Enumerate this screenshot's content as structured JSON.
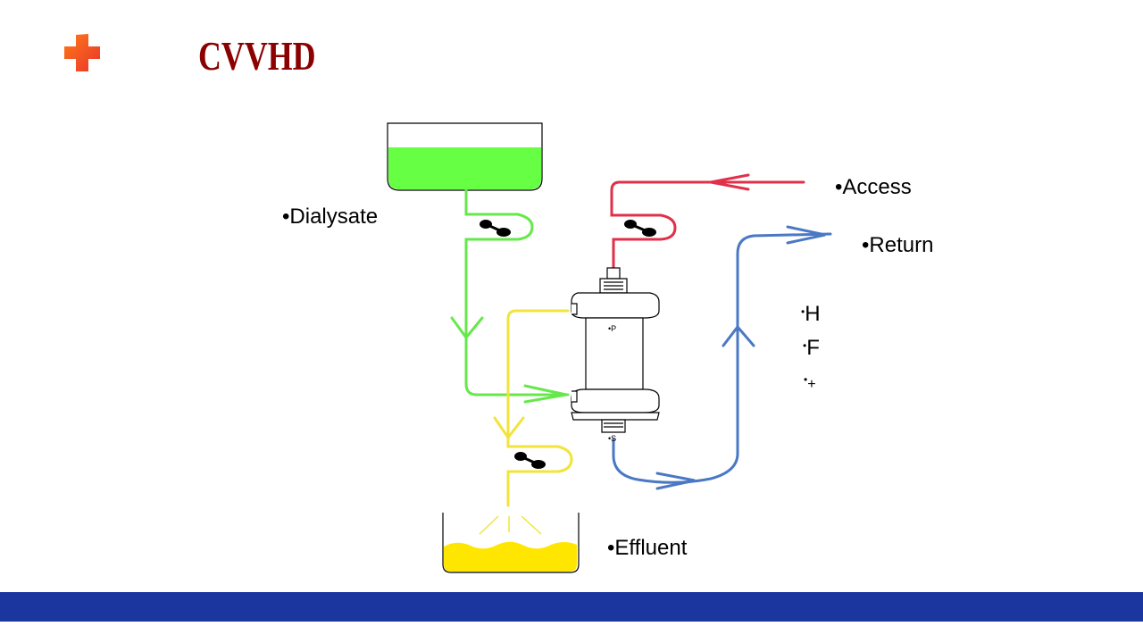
{
  "title": "CVVHD",
  "labels": {
    "dialysate": "•Dialysate",
    "access": "•Access",
    "return": "•Return",
    "effluent": "•Effluent"
  },
  "hf_list": {
    "h": "H",
    "f": "F",
    "plus": "+"
  },
  "filter": {
    "top_mark": "•P",
    "bottom_mark": "•S"
  },
  "colors": {
    "title": "#8b0000",
    "dialysate_fluid": "#66ff44",
    "dialysate_line": "#66e84a",
    "effluent_fluid": "#ffe600",
    "effluent_line": "#f2e43a",
    "access_line": "#e0304a",
    "return_line": "#4a78c4",
    "footer_bar": "#1c36a0",
    "cross_icon": "#f25a1f"
  }
}
